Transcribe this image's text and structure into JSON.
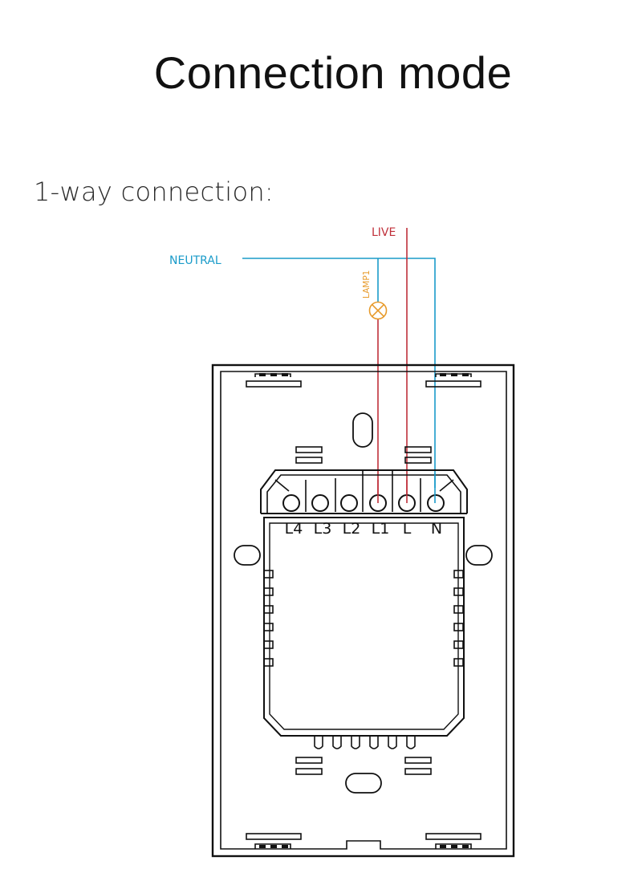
{
  "title": "Connection mode",
  "subtitle": "1-way connection:",
  "wires": {
    "live": {
      "label": "LIVE",
      "color": "#c0303a"
    },
    "neutral": {
      "label": "NEUTRAL",
      "color": "#1a9bc9"
    },
    "lamp": {
      "label": "LAMP1",
      "color": "#e79a2a"
    }
  },
  "terminals": [
    "L4",
    "L3",
    "L2",
    "L1",
    "L",
    "N"
  ]
}
